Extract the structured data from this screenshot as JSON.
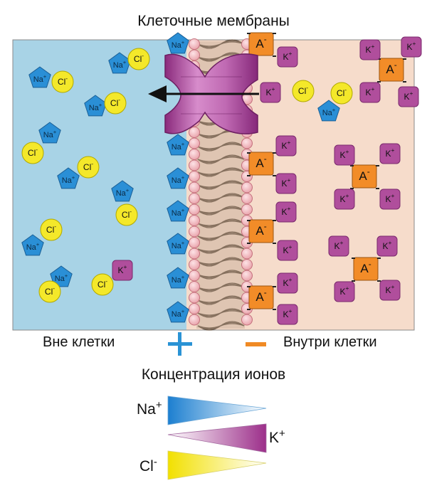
{
  "title": "Клеточные мембраны",
  "labels": {
    "outside": "Вне клетки",
    "inside": "Внутри клетки",
    "concentration": "Концентрация ионов"
  },
  "signs": {
    "outside": "+",
    "inside": "-"
  },
  "ions": {
    "na": {
      "name": "Na",
      "charge": "+"
    },
    "k": {
      "name": "K",
      "charge": "+"
    },
    "cl": {
      "name": "Cl",
      "charge": "-"
    },
    "anion": {
      "name": "A",
      "charge": "-"
    }
  },
  "colors": {
    "outside_bg": "#a8d3e6",
    "inside_bg": "#f6dccb",
    "na": "#2a8fd6",
    "k": "#b04e9c",
    "cl": "#f4e82a",
    "anion": "#f28c28",
    "plus_sign": "#2a93d5",
    "minus_sign": "#f08a24",
    "channel": "#a23f93"
  },
  "legend_icons": [
    "blue-gradient-triangle",
    "purple-gradient-triangle",
    "yellow-gradient-triangle"
  ]
}
